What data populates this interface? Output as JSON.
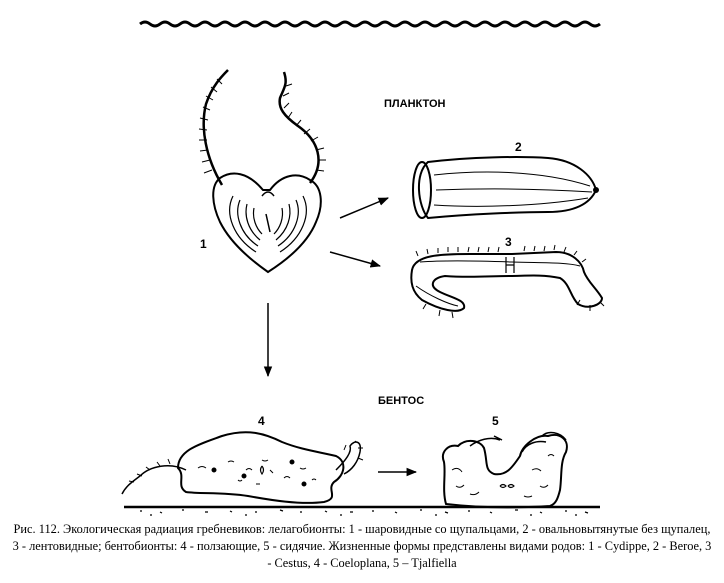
{
  "labels": {
    "plankton": "ПЛАНКТОН",
    "benthos": "БЕНТОС",
    "n1": "1",
    "n2": "2",
    "n3": "3",
    "n4": "4",
    "n5": "5"
  },
  "caption": "Рис. 112. Экологическая радиация гребневиков: лелагобионты: 1 - шаровидные со щупальцами, 2 - овальновытянутые без щупалец, 3 - лентовидные; бентобионты: 4 - ползающие, 5 - сидячие. Жизненные формы представлены видами родов: 1 - Cydippe, 2 - Beroe, 3 - Cestus, 4 - Coeloplana, 5 – Tjalfiella",
  "colors": {
    "ink": "#000000",
    "paper": "#ffffff"
  }
}
